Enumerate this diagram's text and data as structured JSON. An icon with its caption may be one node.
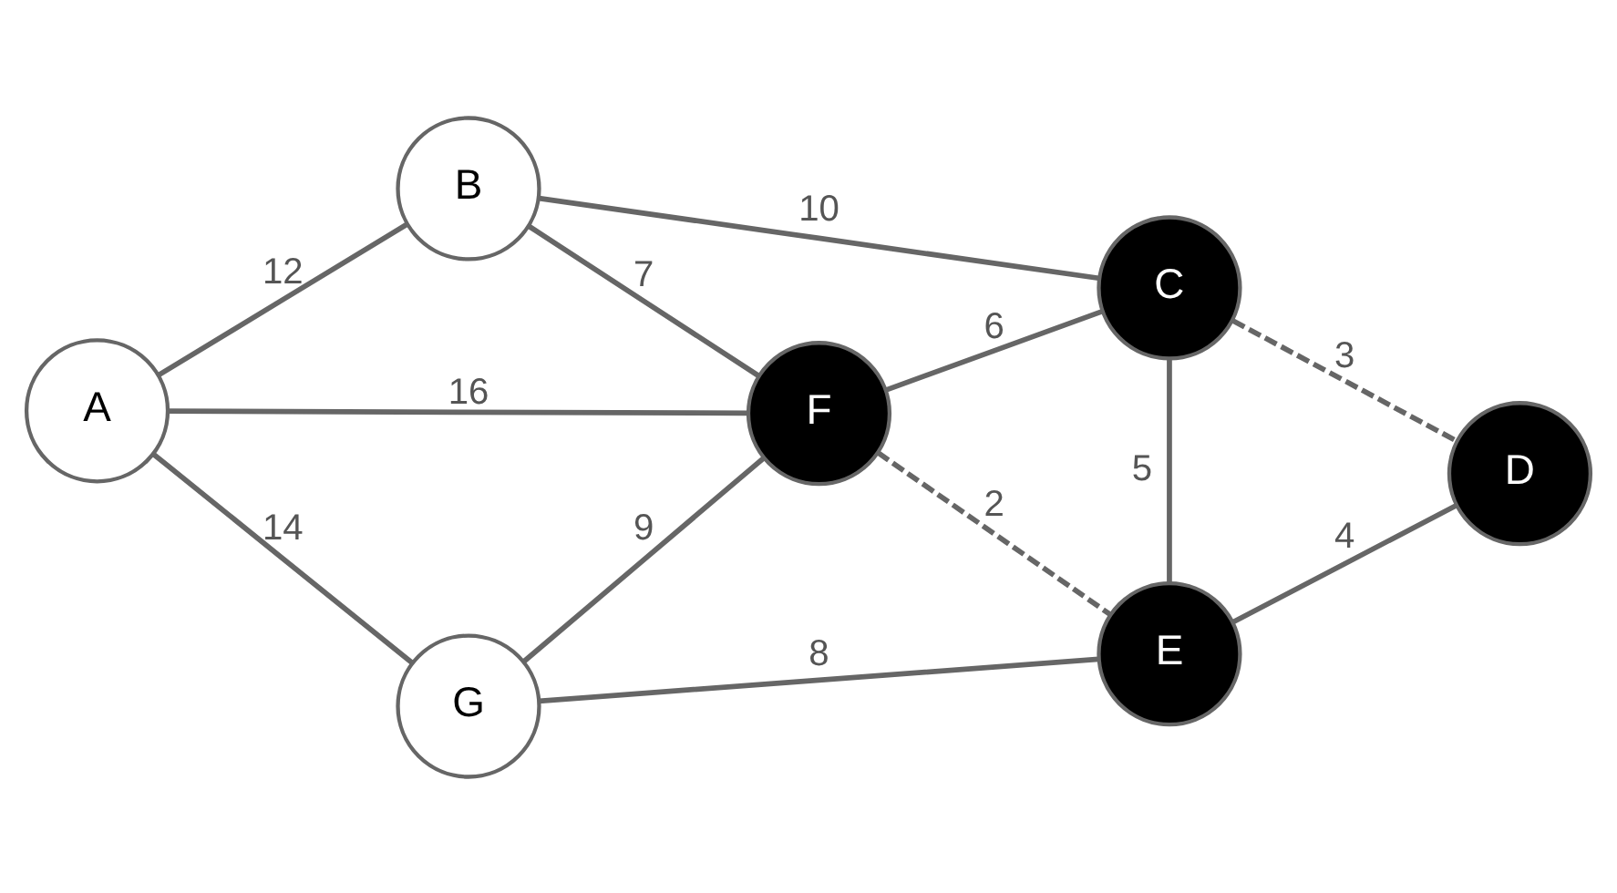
{
  "diagram": {
    "nodes": [
      {
        "text": [
          "B"
        ]
      },
      {
        "text": [
          "C"
        ]
      },
      {
        "text": [
          "A"
        ]
      },
      {
        "text": [
          "F"
        ]
      },
      {
        "text": [
          "D"
        ]
      },
      {
        "text": [
          "G"
        ]
      },
      {
        "text": [
          "E"
        ]
      }
    ],
    "edges": [
      {
        "from": 2,
        "to": 0,
        "arrow": "none",
        "label": "12"
      },
      {
        "from": 0,
        "to": 1,
        "arrow": "none",
        "label": "10"
      },
      {
        "from": 0,
        "to": 3,
        "arrow": "none",
        "label": "7"
      },
      {
        "from": 2,
        "to": 3,
        "arrow": "none",
        "label": "16"
      },
      {
        "from": 3,
        "to": 1,
        "arrow": "none",
        "label": "6"
      },
      {
        "from": 1,
        "to": 4,
        "arrow": "none",
        "label": "3",
        "style": "dashed"
      },
      {
        "from": 1,
        "to": 6,
        "arrow": "none",
        "label": "5"
      },
      {
        "from": 2,
        "to": 5,
        "arrow": "none",
        "label": "14"
      },
      {
        "from": 5,
        "to": 3,
        "arrow": "none",
        "label": "9"
      },
      {
        "from": 3,
        "to": 6,
        "arrow": "none",
        "label": "2",
        "style": "dashed"
      },
      {
        "from": 5,
        "to": 6,
        "arrow": "none",
        "label": "8"
      },
      {
        "from": 6,
        "to": 4,
        "arrow": "none",
        "label": "4"
      }
    ]
  }
}
